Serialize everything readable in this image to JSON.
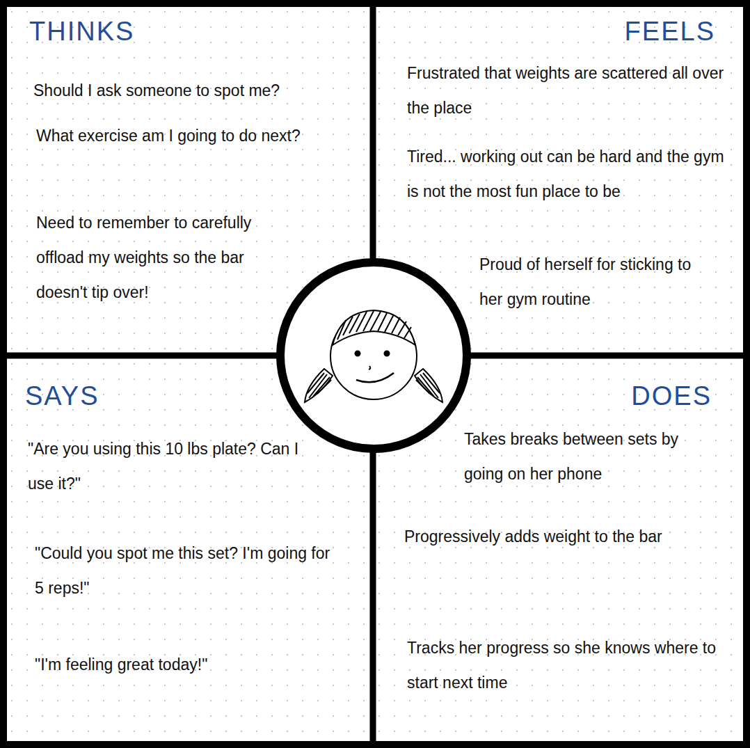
{
  "diagram": {
    "nodes": [
      {
        "text": [
          "THINKS",
          "Should I ask someone to spot me?",
          "What exercise am I going to do next?",
          "Need to remember to carefully offload my weights so the bar doesn't tip over!"
        ]
      },
      {
        "text": [
          "FEELS",
          "Frustrated that weights are scattered all over the place",
          "Tired... working out can be hard and the gym is not the most fun place to be",
          "Proud of herself for sticking to her gym routine"
        ]
      },
      {
        "text": [
          "SAYS",
          "\"Are you using this 10 lbs plate? Can I use it?\"",
          "\"Could you spot me this set? I'm going for 5 reps!\"",
          "\"I'm feeling great today!\""
        ]
      },
      {
        "text": [
          "DOES",
          "Takes breaks between sets by going on her phone",
          "Progressively adds weight to the bar",
          "Tracks her progress so she knows where to start next time"
        ]
      }
    ]
  }
}
